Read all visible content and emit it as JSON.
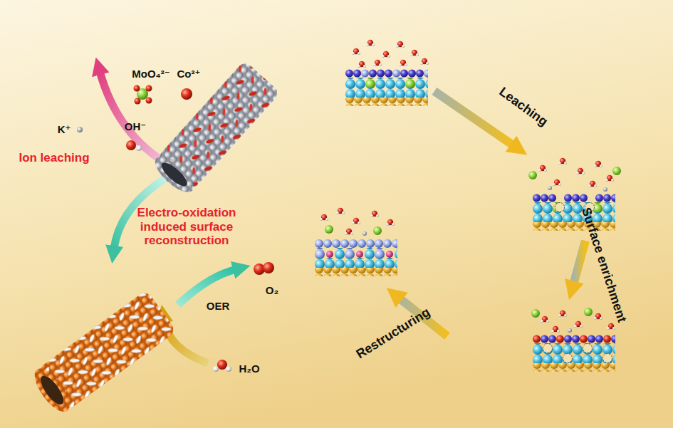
{
  "diagram": {
    "labels": [
      "MoO₄²⁻",
      "K⁺",
      "Co²⁺",
      "OH⁻",
      "Ion leaching",
      "Electro-oxidation induced surface reconstruction",
      "OER",
      "O₂",
      "H₂O",
      "Leaching",
      "Surface enrichment",
      "Restructuring"
    ]
  }
}
